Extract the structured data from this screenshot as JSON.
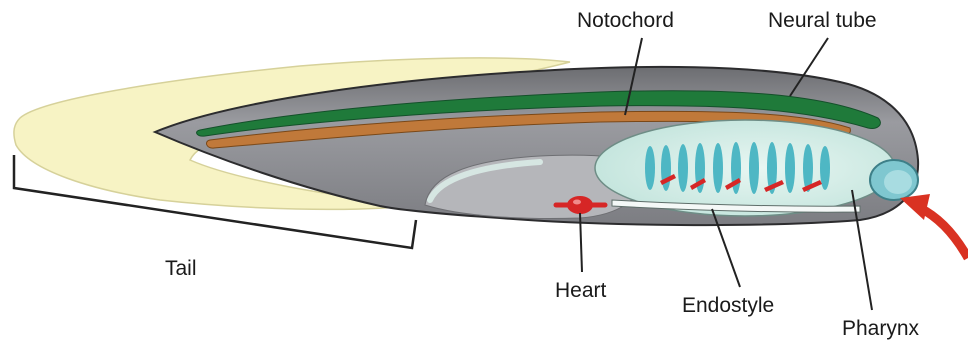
{
  "labels": {
    "notochord": "Notochord",
    "neural_tube": "Neural tube",
    "tail": "Tail",
    "heart": "Heart",
    "endostyle": "Endostyle",
    "pharynx": "Pharynx"
  },
  "colors": {
    "fin": "#f7f3c4",
    "body": "#8e8f93",
    "body_dark": "#5d5e62",
    "neural_tube": "#1f7a3a",
    "notochord": "#c0793a",
    "pharynx": "#d9efe9",
    "gill_slits": "#4eb7c4",
    "heart": "#d62626",
    "arrow": "#d93222"
  }
}
